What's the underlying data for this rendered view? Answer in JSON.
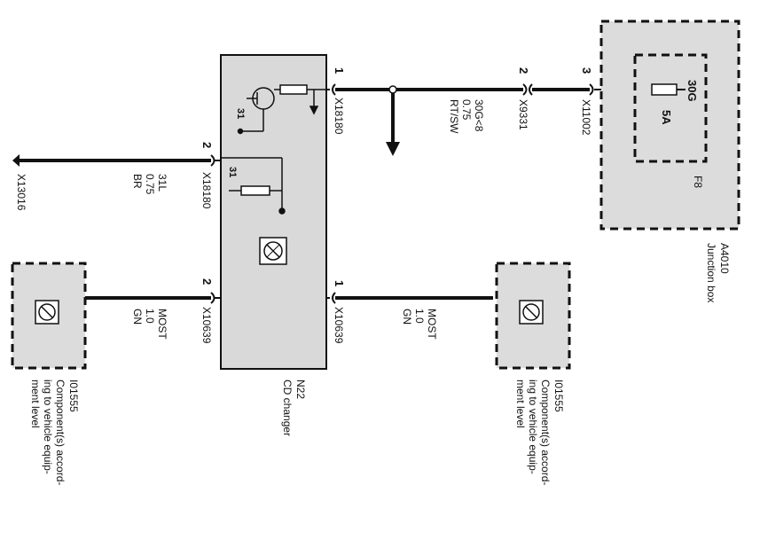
{
  "colors": {
    "component_fill": "#d9d9d9",
    "dashed_fill": "#dcdcdc",
    "wire": "#111111",
    "background": "#ffffff"
  },
  "n22": {
    "id": "N22",
    "name": "CD changer",
    "pin_left_top": "2",
    "pin_left_bottom": "2",
    "pin_right_top": "1",
    "pin_right_bottom": "1",
    "conn_left_top": "X18180",
    "conn_left_bottom": "X10639",
    "conn_right_top": "X18180",
    "conn_right_bottom": "X10639",
    "internal_ground_label_a": "31",
    "internal_ground_label_b": "31"
  },
  "wire_ground": {
    "connector": "X13016",
    "line1": "31L",
    "line2": "0.75",
    "line3": "BR"
  },
  "wire_power": {
    "line1": "30G<8",
    "line2": "0.75",
    "line3": "RT/SW",
    "mid_pin": "2",
    "mid_connector": "X9331"
  },
  "wire_most_left": {
    "line1": "MOST",
    "line2": "1.0",
    "line3": "GN"
  },
  "wire_most_right": {
    "line1": "MOST",
    "line2": "1.0",
    "line3": "GN"
  },
  "junction_box": {
    "id": "A4010",
    "name": "Junction box",
    "pin": "3",
    "connector": "X11002",
    "fuse_id": "F8",
    "fuse_rating": "5A",
    "fuse_label": "30G"
  },
  "component_left": {
    "id": "I01555",
    "desc1": "Component(s) accord-",
    "desc2": "ing to vehicle equip-",
    "desc3": "ment level"
  },
  "component_right": {
    "id": "I01555",
    "desc1": "Component(s) accord-",
    "desc2": "ing to vehicle equip-",
    "desc3": "ment level"
  }
}
